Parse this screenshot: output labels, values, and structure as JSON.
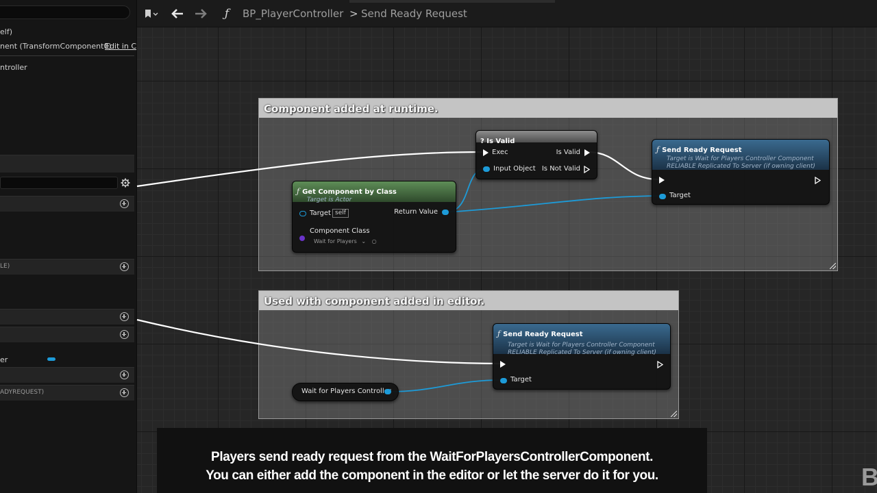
{
  "left_panel": {
    "row1": "elf)",
    "row2": "nent (TransformComponent0)",
    "edit_link": "Edit in C",
    "row3": "ntroller",
    "header_replicated": "LE)",
    "row_var": "er",
    "header_event": "ADYREQUEST)"
  },
  "toolbar": {
    "blueprint_name": "BP_PlayerController",
    "separator": ">",
    "function_name": "Send Ready Request"
  },
  "comments": [
    {
      "title": "Component added at runtime."
    },
    {
      "title": "Used with component added in editor."
    }
  ],
  "nodes": {
    "is_valid": {
      "title": "? Is Valid",
      "exec_in": "Exec",
      "is_valid_out": "Is Valid",
      "input_object": "Input Object",
      "is_not_valid_out": "Is Not Valid"
    },
    "get_component": {
      "title": "Get Component by Class",
      "subtitle": "Target is Actor",
      "target_label": "Target",
      "target_value": "self",
      "component_class_label": "Component Class",
      "class_value": "Wait for Players",
      "return_value": "Return Value"
    },
    "send_ready_1": {
      "title": "Send Ready Request",
      "subtitle1": "Target is Wait for Players Controller Component",
      "subtitle2": "RELIABLE Replicated To Server (if owning client)",
      "target_label": "Target"
    },
    "send_ready_2": {
      "title": "Send Ready Request",
      "subtitle1": "Target is Wait for Players Controller Component",
      "subtitle2": "RELIABLE Replicated To Server (if owning client)",
      "target_label": "Target"
    },
    "wait_var": {
      "label": "Wait for Players Controller"
    }
  },
  "caption": {
    "line1": "Players send ready request from the WaitForPlayersControllerComponent.",
    "line2": "You can either add the component in the editor or let the server do it for you."
  },
  "corner_text": "B",
  "colors": {
    "wire_exec": "#ffffff",
    "wire_object": "#1d9bd8",
    "header_call": "#2b4a63",
    "header_pure": "#4b7a45",
    "class_pin": "#6a33c9"
  }
}
